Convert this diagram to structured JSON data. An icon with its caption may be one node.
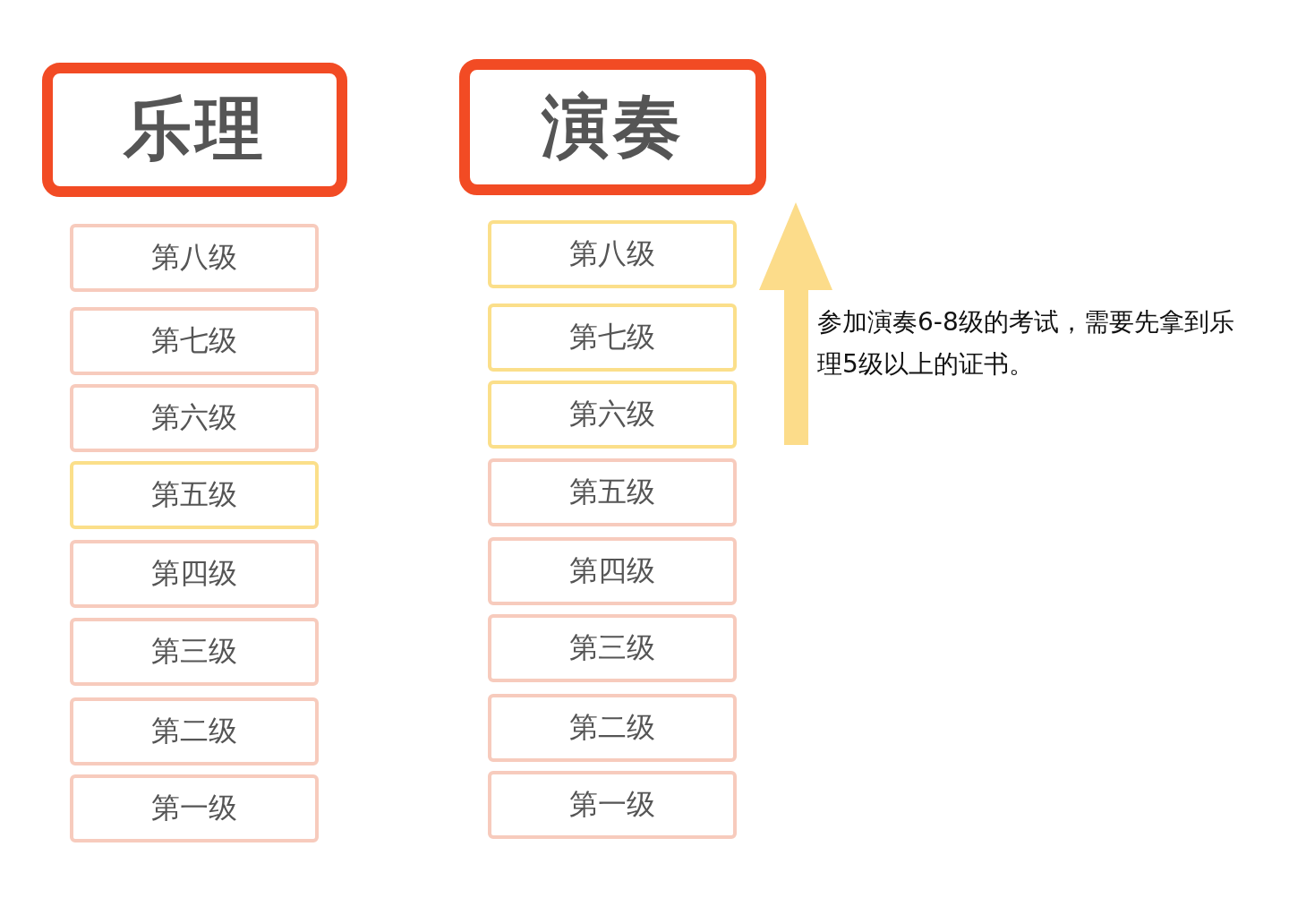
{
  "diagram": {
    "nodes": [
      {
        "text": [
          "乐理"
        ]
      },
      {
        "text": [
          "第八级"
        ]
      },
      {
        "text": [
          "第七级"
        ]
      },
      {
        "text": [
          "第六级"
        ]
      },
      {
        "text": [
          "第五级"
        ]
      },
      {
        "text": [
          "第四级"
        ]
      },
      {
        "text": [
          "第三级"
        ]
      },
      {
        "text": [
          "第二级"
        ]
      },
      {
        "text": [
          "第一级"
        ]
      },
      {
        "text": [
          "演奏"
        ]
      },
      {
        "text": [
          "第八级"
        ]
      },
      {
        "text": [
          "第七级"
        ]
      },
      {
        "text": [
          "第六级"
        ]
      },
      {
        "text": [
          "第五级"
        ]
      },
      {
        "text": [
          "第四级"
        ]
      },
      {
        "text": [
          "第三级"
        ]
      },
      {
        "text": [
          "第二级"
        ]
      },
      {
        "text": [
          "第一级"
        ]
      }
    ],
    "labels": [
      "参加演奏6-8级的考试，需要先拿到乐理5级以上的证书。"
    ]
  }
}
